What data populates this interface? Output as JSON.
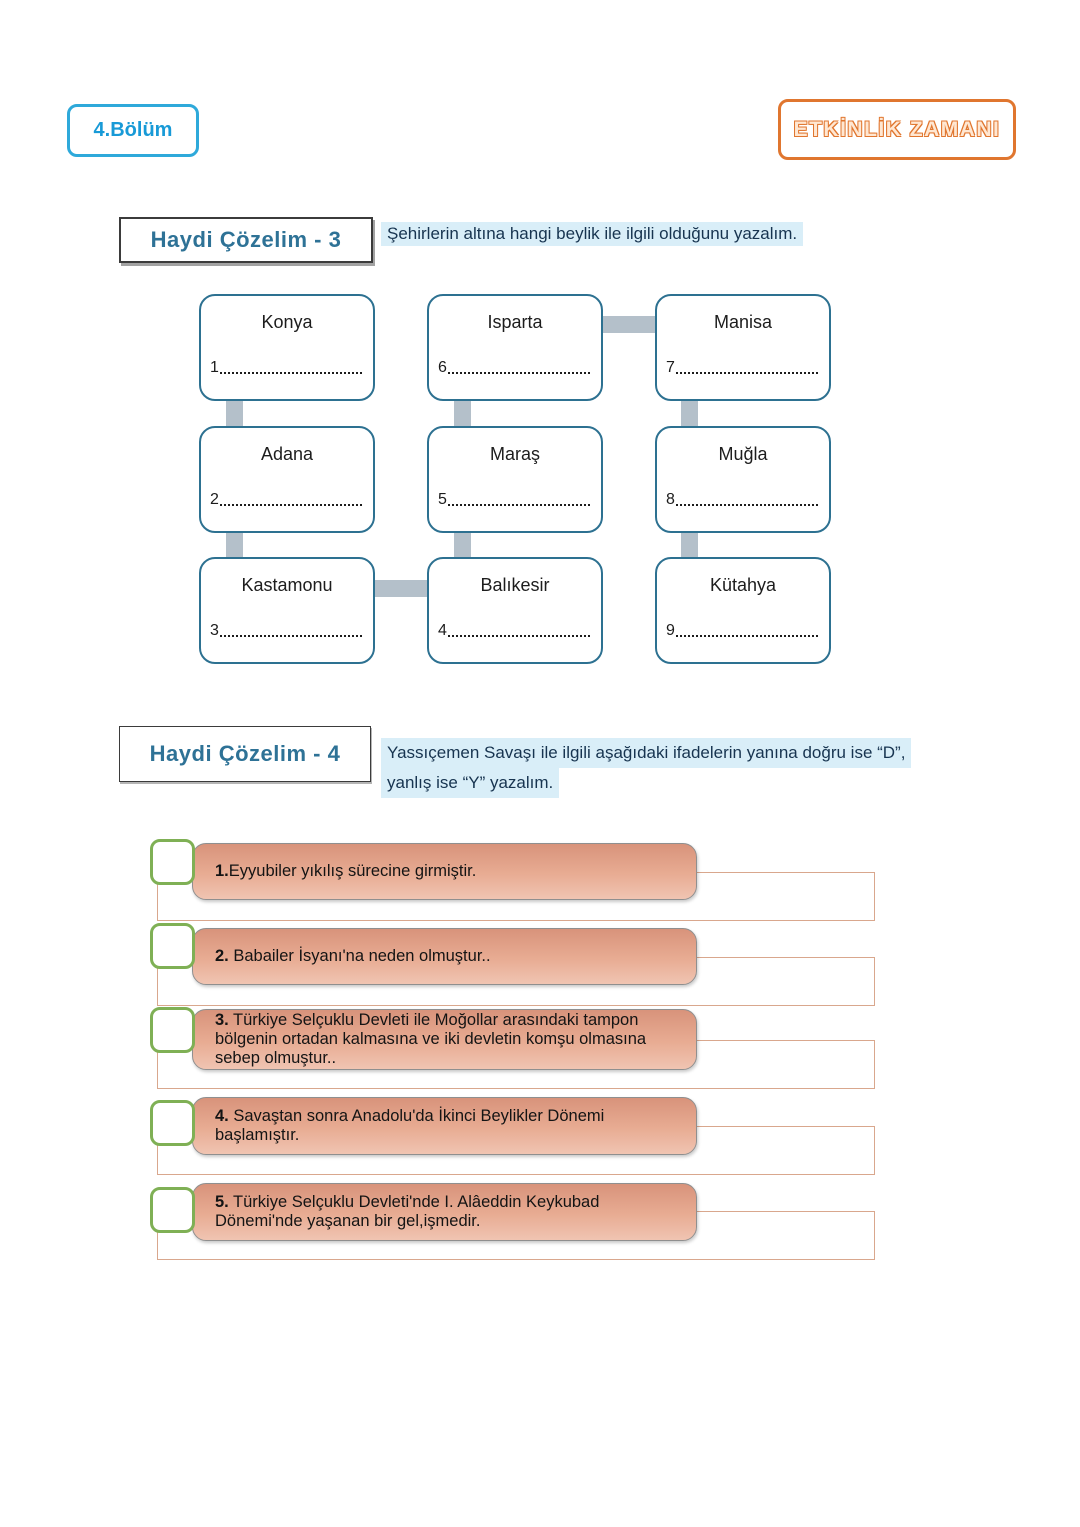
{
  "page": {
    "section_badge": "4.Bölüm",
    "activity_badge": "ETKİNLİK ZAMANI"
  },
  "colors": {
    "badge_blue": "#2ea9da",
    "badge_orange": "#e0762f",
    "header_text_teal": "#2e7296",
    "highlight_blue": "#d9eef8",
    "city_box_border": "#2d7191",
    "connector_gray": "#b4c0ca",
    "statement_salmon_top": "#d8937b",
    "statement_salmon_bottom": "#f0c4b2",
    "statement_outline": "#d9a78d",
    "checkbox_green": "#7fb055"
  },
  "activity3": {
    "title": "Haydi Çözelim - 3",
    "instruction": "Şehirlerin altına hangi beylik ile ilgili olduğunu yazalım.",
    "boxes": [
      {
        "city": "Konya",
        "num": "1"
      },
      {
        "city": "Isparta",
        "num": "6"
      },
      {
        "city": "Manisa",
        "num": "7"
      },
      {
        "city": "Adana",
        "num": "2"
      },
      {
        "city": "Maraş",
        "num": "5"
      },
      {
        "city": "Muğla",
        "num": "8"
      },
      {
        "city": "Kastamonu",
        "num": "3"
      },
      {
        "city": "Balıkesir",
        "num": "4"
      },
      {
        "city": "Kütahya",
        "num": "9"
      }
    ]
  },
  "activity4": {
    "title": "Haydi Çözelim - 4",
    "instruction_line1": "Yassıçemen Savaşı ile ilgili aşağıdaki ifadelerin yanına doğru ise “D”,",
    "instruction_line2": "yanlış ise “Y” yazalım.",
    "statements": [
      {
        "num": "1.",
        "text": "Eyyubiler yıkılış sürecine girmiştir."
      },
      {
        "num": "2.",
        "text": " Babailer İsyanı'na neden olmuştur.."
      },
      {
        "num": "3.",
        "text": " Türkiye Selçuklu Devleti ile Moğollar arasındaki tampon bölgenin ortadan kalmasına ve iki devletin komşu olmasına sebep olmuştur.."
      },
      {
        "num": "4.",
        "text": " Savaştan sonra Anadolu'da İkinci Beylikler Dönemi başlamıştır."
      },
      {
        "num": "5.",
        "text": " Türkiye Selçuklu Devleti'nde I. Alâeddin Keykubad Dönemi'nde yaşanan bir gel,işmedir."
      }
    ]
  }
}
